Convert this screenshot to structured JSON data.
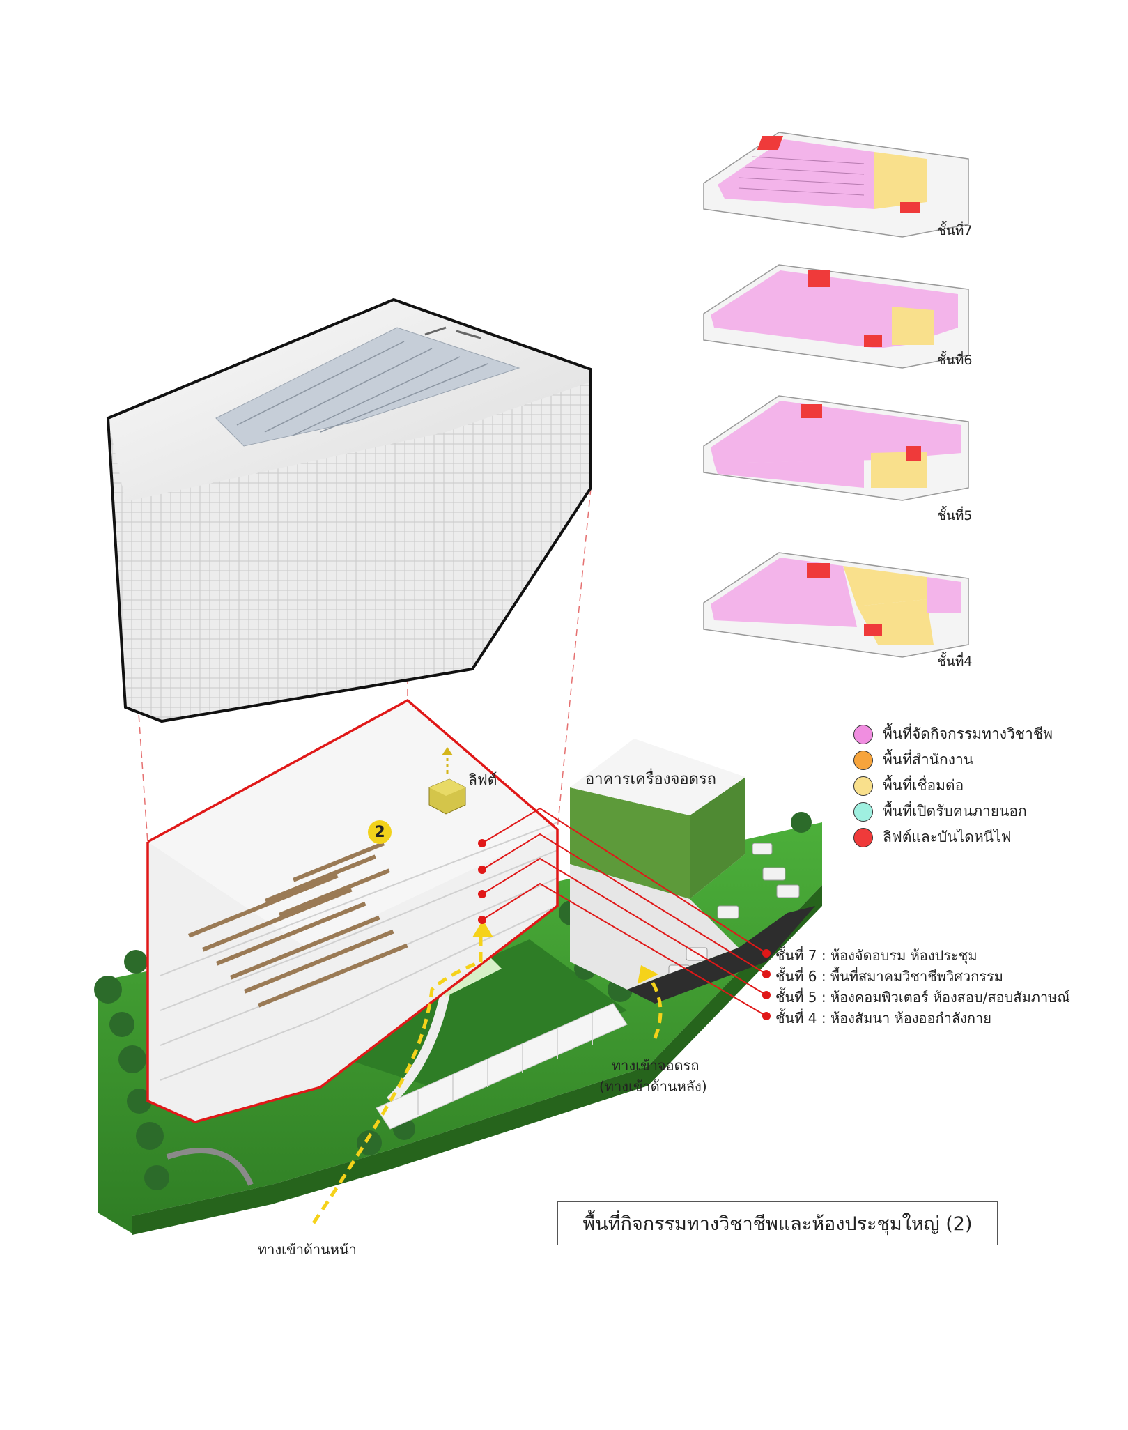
{
  "floor_plans": [
    {
      "label": "ชั้นที่7"
    },
    {
      "label": "ชั้นที่6"
    },
    {
      "label": "ชั้นที่5"
    },
    {
      "label": "ชั้นที่4"
    }
  ],
  "legend": [
    {
      "label": "พื้นที่จัดกิจกรรมทางวิชาชีพ",
      "color": "#f08ee0"
    },
    {
      "label": "พื้นที่สำนักงาน",
      "color": "#f6a43c"
    },
    {
      "label": "พื้นที่เชื่อมต่อ",
      "color": "#f9e08c"
    },
    {
      "label": "พื้นที่เปิดรับคนภายนอก",
      "color": "#9ff0e0"
    },
    {
      "label": "ลิฟต์และบันไดหนีไฟ",
      "color": "#ef3a3a"
    }
  ],
  "building": {
    "parking_building": "อาคารเครื่องจอดรถ",
    "lift_label": "ลิฟต์",
    "section_badge": "2"
  },
  "floor_callouts": [
    "ชั้นที่ 7 : ห้องจัดอบรม ห้องประชุม",
    "ชั้นที่ 6 : พื้นที่สมาคมวิชาชีพวิศวกรรม",
    "ชั้นที่ 5 : ห้องคอมพิวเตอร์ ห้องสอบ/สอบสัมภาษณ์",
    "ชั้นที่ 4 : ห้องสัมนา ห้องออกำลังกาย"
  ],
  "entrances": {
    "rear_line1": "ทางเข้าจอดรถ",
    "rear_line2": "(ทางเข้าด้านหลัง)",
    "front": "ทางเข้าด้านหน้า"
  },
  "title": "พื้นที่กิจกรรมทางวิชาชีพและห้องประชุมใหญ่ (2)",
  "colors": {
    "highlight_red": "#e01818",
    "arrow_yellow": "#f5d21a",
    "grass_green": "#3d9a2e",
    "floor_pink": "#f3b4ea"
  }
}
